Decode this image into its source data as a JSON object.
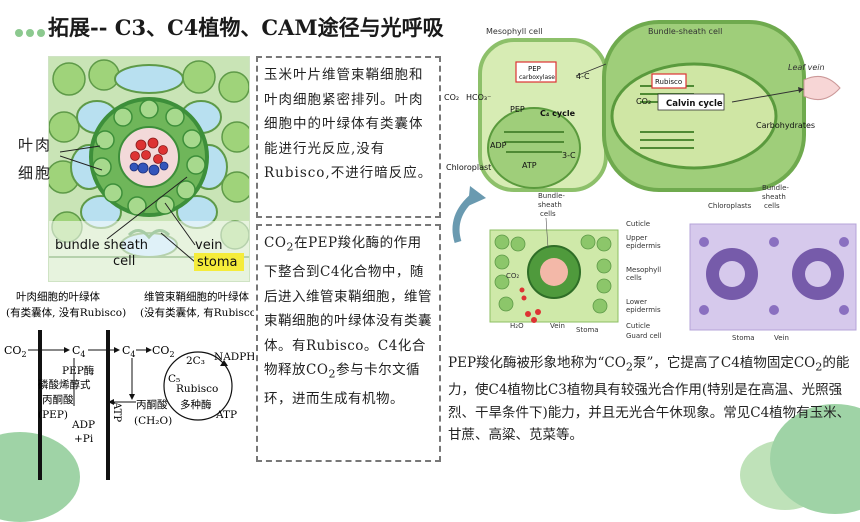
{
  "title": "拓展-- C3、C4植物、CAM途径与光呼吸",
  "micro_labels": {
    "mesophyll_line1": "叶肉",
    "mesophyll_line2": "细胞",
    "vein": "vein",
    "bundle_sheath_line1": "bundle sheath",
    "bundle_sheath_line2": "cell",
    "stoma": "stoma"
  },
  "box1_text": "玉米叶片维管束鞘细胞和叶肉细胞紧密排列。叶肉细胞中的叶绿体有类囊体能进行光反应,没有Rubisco,不进行暗反应。",
  "box2": {
    "p1": "在PEP羧化酶的作用下整合到C4化合物中，随后进入维管束鞘细胞，维管束鞘细胞的叶绿体没有类囊体。有Rubisco。C4化合物释放",
    "p2": "参与卡尔文循环，进而生成有机物。",
    "co2_c": "CO",
    "co2_sub": "2"
  },
  "caption": {
    "t1": "PEP羧化酶被形象地称为“CO",
    "t2": "泵”，它提高了C4植物固定CO",
    "t3": "的能力，使C4植物比C3植物具有较强光合作用(特别是在高温、光照强烈、干旱条件下)能力，并且无光合午休现象。常见C4植物有玉米、甘蔗、高粱、苋菜等。",
    "sub2": "2"
  },
  "pathway": {
    "meso_head1": "叶肉细胞的叶绿体",
    "meso_head2": "(有类囊体, 没有Rubisco)",
    "bs_head1": "维管束鞘细胞的叶绿体",
    "bs_head2": "(没有类囊体, 有Rubisco)",
    "co2": "CO",
    "two": "2",
    "four": "4",
    "c": "C",
    "pep_enzyme": "PEP酶",
    "pep_name1": "磷酸烯醇式",
    "pep_name2": "丙酮酸",
    "pep_name3": "(PEP)",
    "adp": "ADP",
    "pi": "+Pi",
    "atp": "ATP",
    "nadph": "NADPH",
    "rubisco": "Rubisco",
    "many_enzymes": "多种酶",
    "pyruvate": "丙酮酸",
    "ch2o": "(CH₂O)",
    "c3": "2C₃",
    "c5": "C₅"
  },
  "c4_diagram": {
    "mesophyll_cell": "Mesophyll cell",
    "bundle_sheath_cell": "Bundle-sheath cell",
    "pep_carboxylase1": "PEP",
    "pep_carboxylase2": "carboxylase",
    "four_c": "4-C",
    "three_c": "3-C",
    "co2": "CO₂",
    "hco3": "HCO₃⁻",
    "pep": "PEP",
    "c4_cycle": "C₄ cycle",
    "adp": "ADP",
    "atp": "ATP",
    "chloroplast": "Chloroplast",
    "rubisco": "Rubisco",
    "calvin": "Calvin cycle",
    "leaf_vein": "Leaf vein",
    "carbohydrates": "Carbohydrates"
  },
  "section_labels": {
    "bundle_sheath1": "Bundle-",
    "bundle_sheath2": "sheath",
    "bundle_sheath3": "cells",
    "cuticle": "Cuticle",
    "upper1": "Upper",
    "upper2": "epidermis",
    "meso1": "Mesophyll",
    "meso2": "cells",
    "lower1": "Lower",
    "lower2": "epidermis",
    "cuticle2": "Cuticle",
    "guard": "Guard cell",
    "vein": "Vein",
    "stoma": "Stoma",
    "co2": "CO₂",
    "h2o": "H₂O",
    "chloroplasts": "Chloroplasts",
    "bs_r1": "Bundle-",
    "bs_r2": "sheath",
    "bs_r3": "cells",
    "stoma_r": "Stoma",
    "vein_r": "Vein"
  },
  "colors": {
    "mesophyll_green": "#9fd37a",
    "bundle_green": "#3d8f3a",
    "rubisco_red": "#d33",
    "stain_purple": "#6b4fa3"
  }
}
